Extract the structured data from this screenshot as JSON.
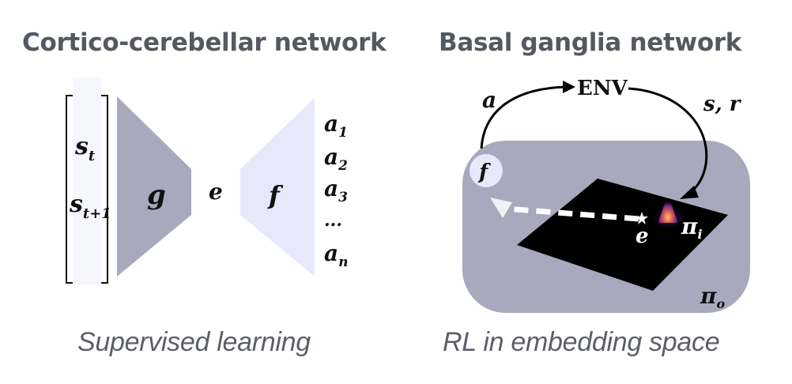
{
  "left_panel": {
    "title": "Cortico-cerebellar network",
    "caption": "Supervised learning",
    "inputs": [
      {
        "base": "s",
        "sub": "t"
      },
      {
        "base": "s",
        "sub": "t+1"
      }
    ],
    "encoder_label": "g",
    "embedding_label": "e",
    "decoder_label": "f",
    "outputs": [
      {
        "base": "a",
        "sub": "1"
      },
      {
        "base": "a",
        "sub": "2"
      },
      {
        "base": "a",
        "sub": "3"
      },
      {
        "base": "...",
        "sub": ""
      },
      {
        "base": "a",
        "sub": "n"
      }
    ]
  },
  "right_panel": {
    "title": "Basal ganglia network",
    "caption": "RL in embedding space",
    "env_label": "ENV",
    "action_label": "a",
    "feedback_label": "s, r",
    "decoder_label": "f",
    "embedding_label": "e",
    "inner_policy": {
      "base": "π",
      "sub": "i"
    },
    "outer_policy": {
      "base": "π",
      "sub": "o"
    }
  },
  "colors": {
    "encoder": "#a9a9bd",
    "decoder": "#e8e8fb",
    "bracket_bg": "#f6f6fd",
    "panel_bg": "#a9a9bd",
    "plane": "#000000",
    "title": "#545860"
  }
}
